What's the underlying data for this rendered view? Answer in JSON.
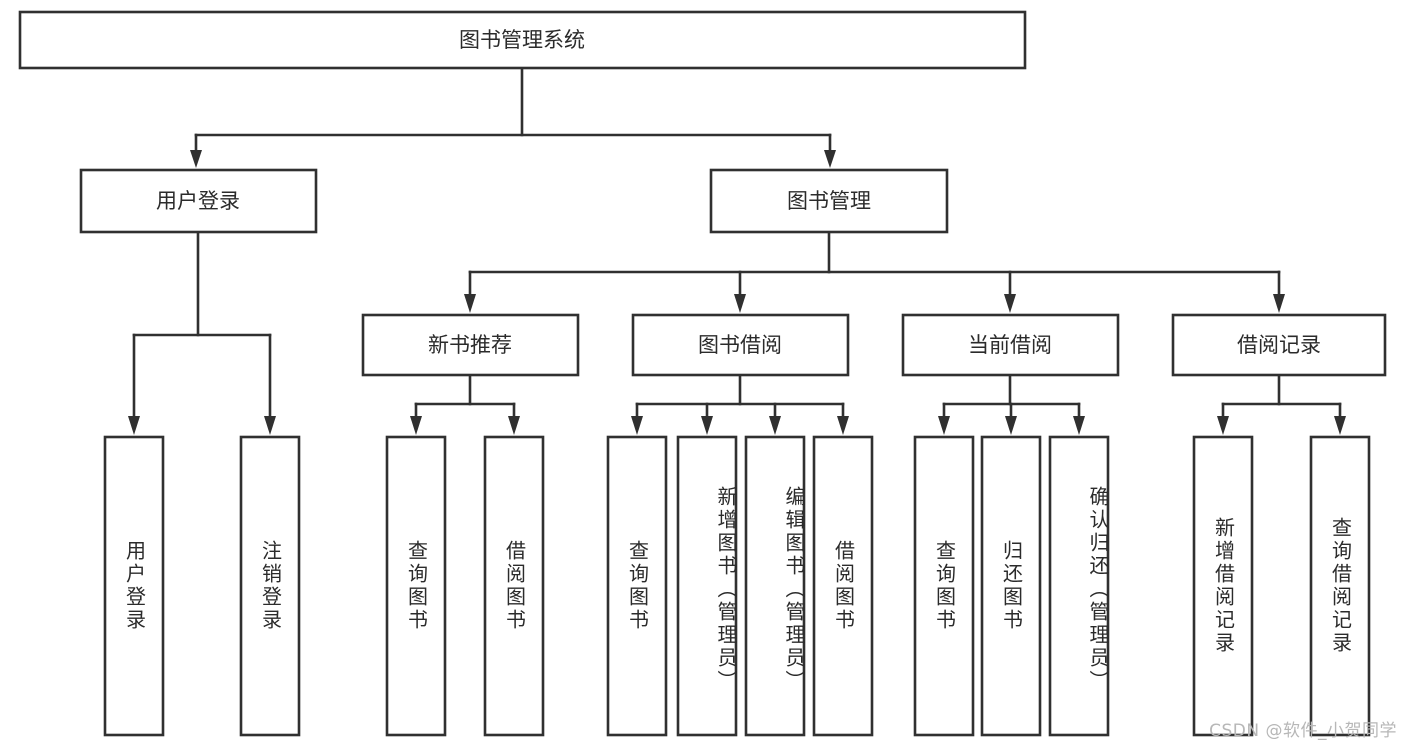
{
  "diagram": {
    "type": "tree",
    "title": "图书管理系统",
    "root": {
      "id": "root",
      "label": "图书管理系统",
      "orientation": "horizontal"
    },
    "level2": [
      {
        "id": "user-login",
        "label": "用户登录",
        "orientation": "horizontal"
      },
      {
        "id": "book-manage",
        "label": "图书管理",
        "orientation": "horizontal"
      }
    ],
    "level3": [
      {
        "id": "new-book-recommend",
        "label": "新书推荐",
        "parent": "book-manage",
        "orientation": "horizontal"
      },
      {
        "id": "book-borrow",
        "label": "图书借阅",
        "parent": "book-manage",
        "orientation": "horizontal"
      },
      {
        "id": "current-borrow",
        "label": "当前借阅",
        "parent": "book-manage",
        "orientation": "horizontal"
      },
      {
        "id": "borrow-record",
        "label": "借阅记录",
        "parent": "book-manage",
        "orientation": "horizontal"
      }
    ],
    "leaves": [
      {
        "id": "leaf-user-login",
        "label": "用户登录",
        "parent": "user-login",
        "orientation": "vertical"
      },
      {
        "id": "leaf-user-logout",
        "label": "注销登录",
        "parent": "user-login",
        "orientation": "vertical"
      },
      {
        "id": "leaf-query-book-1",
        "label": "查询图书",
        "parent": "new-book-recommend",
        "orientation": "vertical"
      },
      {
        "id": "leaf-borrow-book-1",
        "label": "借阅图书",
        "parent": "new-book-recommend",
        "orientation": "vertical"
      },
      {
        "id": "leaf-query-book-2",
        "label": "查询图书",
        "parent": "book-borrow",
        "orientation": "vertical"
      },
      {
        "id": "leaf-add-book",
        "label": "新增图书（管理员）",
        "parent": "book-borrow",
        "orientation": "vertical"
      },
      {
        "id": "leaf-edit-book",
        "label": "编辑图书（管理员）",
        "parent": "book-borrow",
        "orientation": "vertical"
      },
      {
        "id": "leaf-borrow-book-2",
        "label": "借阅图书",
        "parent": "book-borrow",
        "orientation": "vertical"
      },
      {
        "id": "leaf-query-book-3",
        "label": "查询图书",
        "parent": "current-borrow",
        "orientation": "vertical"
      },
      {
        "id": "leaf-return-book",
        "label": "归还图书",
        "parent": "current-borrow",
        "orientation": "vertical"
      },
      {
        "id": "leaf-confirm-return",
        "label": "确认归还（管理员）",
        "parent": "current-borrow",
        "orientation": "vertical"
      },
      {
        "id": "leaf-add-record",
        "label": "新增借阅记录",
        "parent": "borrow-record",
        "orientation": "vertical"
      },
      {
        "id": "leaf-query-record",
        "label": "查询借阅记录",
        "parent": "borrow-record",
        "orientation": "vertical"
      }
    ],
    "watermark": "CSDN @软件_小贺同学",
    "colors": {
      "stroke": "#303030",
      "fill": "#ffffff",
      "text": "#2b2b2b",
      "watermark": "#b7b7b7",
      "background": "#ffffff"
    }
  }
}
